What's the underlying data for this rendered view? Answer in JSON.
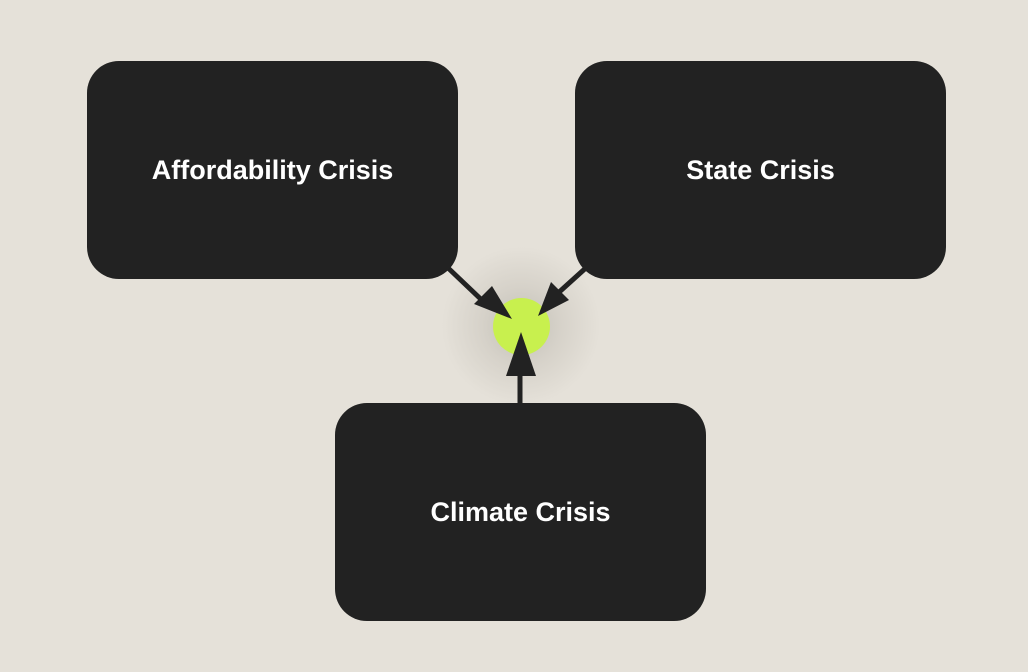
{
  "diagram": {
    "nodes": [
      {
        "id": "affordability",
        "label": "Affordability Crisis"
      },
      {
        "id": "state",
        "label": "State Crisis"
      },
      {
        "id": "climate",
        "label": "Climate Crisis"
      }
    ],
    "edges": [
      {
        "from": "affordability",
        "to": "hub"
      },
      {
        "from": "state",
        "to": "hub"
      },
      {
        "from": "climate",
        "to": "hub"
      }
    ],
    "colors": {
      "background": "#e5e1d9",
      "node_fill": "#222222",
      "node_text": "#ffffff",
      "hub": "#c8f04e",
      "edge": "#222222"
    }
  }
}
